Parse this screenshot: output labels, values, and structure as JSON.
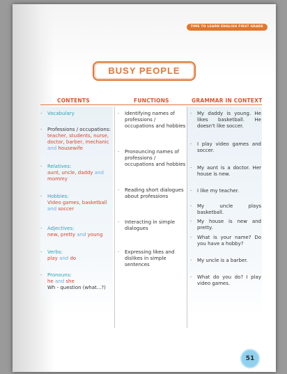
{
  "header": {
    "series": "TIME TO LEARN ENGLISH FIRST GRADE"
  },
  "title": "BUSY PEOPLE",
  "columns": {
    "contents": "CONTENTS",
    "functions": "FUNCTIONS",
    "grammar": "GRAMMAR IN CONTEXT"
  },
  "contents": {
    "vocabulary": "Vocabulary",
    "professions_label": "Professions / occupations:",
    "professions_values": "teacher, students, nurse, doctor, barber, mechanic",
    "professions_and": "and",
    "professions_last": "housewife",
    "relatives_label": "Relatives:",
    "relatives_values": "aunt, uncle, daddy",
    "relatives_and": "and",
    "relatives_last": "mommy",
    "hobbies_label": "Hobbies:",
    "hobbies_values": "Video games, basketball",
    "hobbies_and": "and",
    "hobbies_last": "soccer",
    "adjectives_label": "Adjectives:",
    "adjectives_values": "new, pretty",
    "adjectives_and": "and",
    "adjectives_last": "young",
    "verbs_label": "Verbs:",
    "verbs_first": "play",
    "verbs_and": "and",
    "verbs_last": "do",
    "pronouns_label": "Pronouns:",
    "pronouns_first": "he",
    "pronouns_and": "and",
    "pronouns_last": "she",
    "wh_question": "Wh - question (what...?)"
  },
  "functions": [
    "Identifying names of professions / occupations and hobbies",
    "Pronouncing names of professions / occupations and hobbies",
    "Reading short dialogues about professions",
    "Interacting in simple dialogues",
    "Expressing likes and dislikes in simple sentences"
  ],
  "grammar": [
    "My daddy is young. He likes basketball. He doesn't like soccer.",
    "I play video games and soccer.",
    "My aunt is a doctor. Her house is new.",
    "I like my teacher.",
    "My uncle plays basketball.",
    "My house is new and pretty.",
    "What is your name? Do you have a hobby?",
    "My uncle is a barber.",
    "What do you do? I play video games."
  ],
  "page_number": "51",
  "colors": {
    "accent": "#e2763a",
    "teal": "#2aa3b5",
    "red": "#d9432f",
    "blue": "#6aa9e0",
    "badge": "#8fd0ee"
  }
}
